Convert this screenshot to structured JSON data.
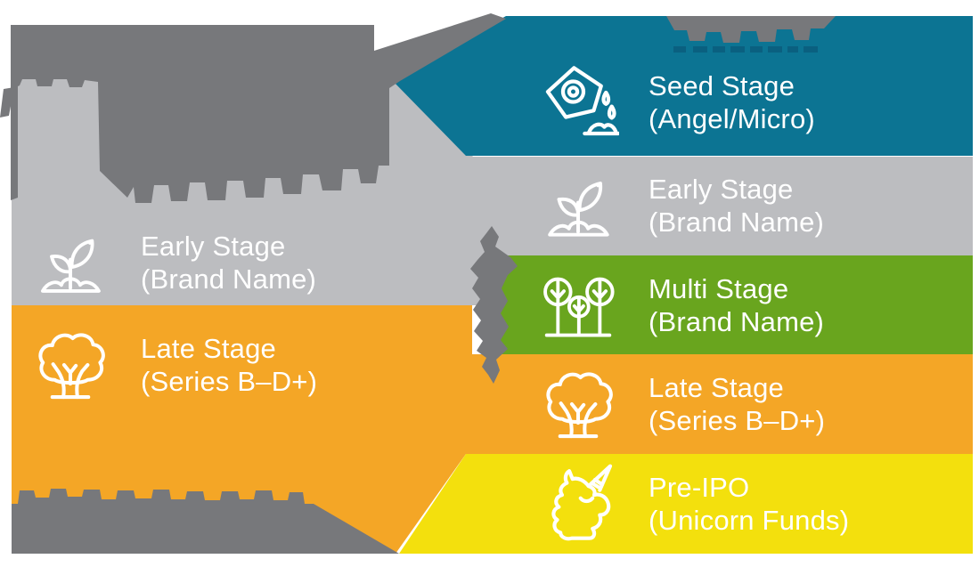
{
  "diagram": {
    "description": "Venture capital fund stage comparison infographic with two interlocking ribbon columns and a downward flow arrow; several heading/source texts are obscured (illegible solid blobs).",
    "colors": {
      "teal": "#0c7493",
      "light_gray": "#bcbdc0",
      "dark_gray": "#77787b",
      "green": "#69a51e",
      "orange": "#f4a626",
      "yellow": "#f3e00d",
      "white_text": "#ffffff",
      "teal_text_remnant": "#0a6080"
    },
    "left_column": {
      "rows": [
        {
          "id": "early-left",
          "icon": "sprout-icon",
          "title": "Early Stage",
          "subtitle": "(Brand Name)"
        },
        {
          "id": "late-left",
          "icon": "tree-icon",
          "title": "Late Stage",
          "subtitle": "(Series B–D+)"
        }
      ]
    },
    "right_column": {
      "rows": [
        {
          "id": "seed",
          "icon": "seed-packet-icon",
          "title": "Seed Stage",
          "subtitle": "(Angel/Micro)"
        },
        {
          "id": "early-right",
          "icon": "sprout-icon",
          "title": "Early Stage",
          "subtitle": "(Brand Name)"
        },
        {
          "id": "multi",
          "icon": "trees-icon",
          "title": "Multi Stage",
          "subtitle": "(Brand Name)"
        },
        {
          "id": "late-right",
          "icon": "tree-icon",
          "title": "Late Stage",
          "subtitle": "(Series B–D+)"
        },
        {
          "id": "preipo",
          "icon": "unicorn-icon",
          "title": "Pre-IPO",
          "subtitle": "(Unicorn Funds)"
        }
      ]
    },
    "obscured_regions": [
      "top-left-title-blob",
      "top-right-title-blob",
      "bottom-left-source-blob",
      "left-edge-letter-fragment",
      "flow-arrow-shape"
    ]
  }
}
